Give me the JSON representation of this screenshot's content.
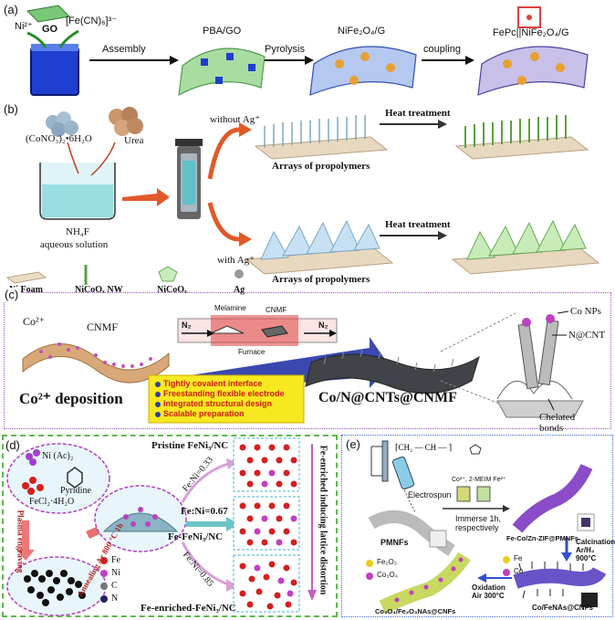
{
  "panel_a": {
    "label": "(a)",
    "ni": "Ni²⁺",
    "go": "GO",
    "fecn": "[Fe(CN)₆]³⁻",
    "assembly": "Assembly",
    "pba_go": "PBA/GO",
    "pyrolysis": "Pyrolysis",
    "nife2o4_g": "NiFe₂O₄/G",
    "coupling": "coupling",
    "fepc": "FePc||NiFe₂O₄/G"
  },
  "panel_b": {
    "label": "(b)",
    "cono3": "(CoNO₃)₂•6H₂O",
    "urea": "Urea",
    "nh4f": "NH₄F",
    "aqueous": "aqueous solution",
    "without_ag": "without Ag⁺",
    "with_ag": "with Ag⁺",
    "heat1": "Heat treatment",
    "heat2": "Heat treatment",
    "arrays1": "Arrays of propolymers",
    "arrays2": "Arrays of propolymers",
    "legend": [
      "Ni Foam",
      "NiCoOₓ NW",
      "NiCoOₓ",
      "Ag"
    ]
  },
  "panel_c": {
    "label": "(c)",
    "co": "Co²⁺",
    "cnmf": "CNMF",
    "melamine": "Melamine",
    "cnmf2": "CNMF",
    "n2_left": "N₂",
    "n2_right": "N₂",
    "furnace": "Furnace",
    "deposition": "Co²⁺ deposition",
    "product": "Co/N@CNTs@CNMF",
    "co_nps": "Co NPs",
    "ncnt": "N@CNT",
    "chelated": "Chelated bonds",
    "features": [
      "Tightly covalent interface",
      "Freestanding flexible electrode",
      "Integrated structural design",
      "Scalable preparation"
    ]
  },
  "panel_d": {
    "label": "(d)",
    "ni_ac": "Ni (Ac)₂",
    "pyridine": "Pyridine",
    "fecl": "FeCl₂·4H₂O",
    "plasma": "Plasma engraving",
    "annealing": "Annealing Ar 800 °C 1h",
    "pristine": "Pristine FeNi₃/NC",
    "ratio1": "Fe:Ni=0.33",
    "ratio2": "Fe:Ni=0.67",
    "ratio3": "Fe:Ni=0.85",
    "middle": "Fe-FeNi₃/NC",
    "enriched": "Fe-enriched-FeNi₃/NC",
    "side": "Fe-enriched inducing lattice distortion",
    "legend": [
      "Fe",
      "Ni",
      "C",
      "N"
    ],
    "colors": {
      "fe": "#d42020",
      "ni": "#c040c0",
      "c": "#777777",
      "n": "#222266"
    }
  },
  "panel_e": {
    "label": "(e)",
    "electrospun": "Electrospun",
    "pmnfs": "PMNFs",
    "reagents": "Co²⁺, 2-MEIM  Fe²⁺",
    "immerse": "Immerse 1h, respectively",
    "zif": "Fe-Co/Zn-ZIF@PMNFs",
    "calcination": "Calcination Ar/H₂ 900°C",
    "oxidation": "Oxidation Air 300°C",
    "cofenas": "Co/FeNAs@CNFs",
    "product": "Co₃O₄/Fe₂O₃NAs@CNFs",
    "fe2o3": "Fe₂O₃",
    "co3o4": "Co₃O₄",
    "fe": "Fe",
    "co": "Co"
  }
}
